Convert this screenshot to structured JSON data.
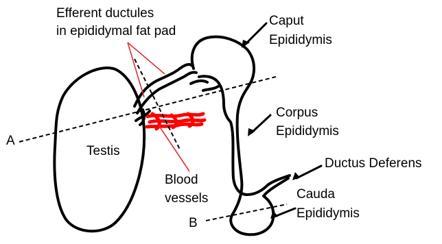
{
  "labels": {
    "efferent_line1": "Efferent ductules",
    "efferent_line2": "in epididymal fat pad",
    "caput_line1": "Caput",
    "caput_line2": "Epididymis",
    "corpus_line1": "Corpus",
    "corpus_line2": "Epididymis",
    "ductus": "Ductus Deferens",
    "cauda_line1": "Cauda",
    "cauda_line2": "Epididymis",
    "testis": "Testis",
    "blood_line1": "Blood",
    "blood_line2": "vessels",
    "section_a": "A",
    "section_b": "B"
  },
  "colors": {
    "outline": "#000000",
    "blood_vessels": "#ff0000",
    "leader_lines": "#e03030",
    "background": "#ffffff"
  }
}
